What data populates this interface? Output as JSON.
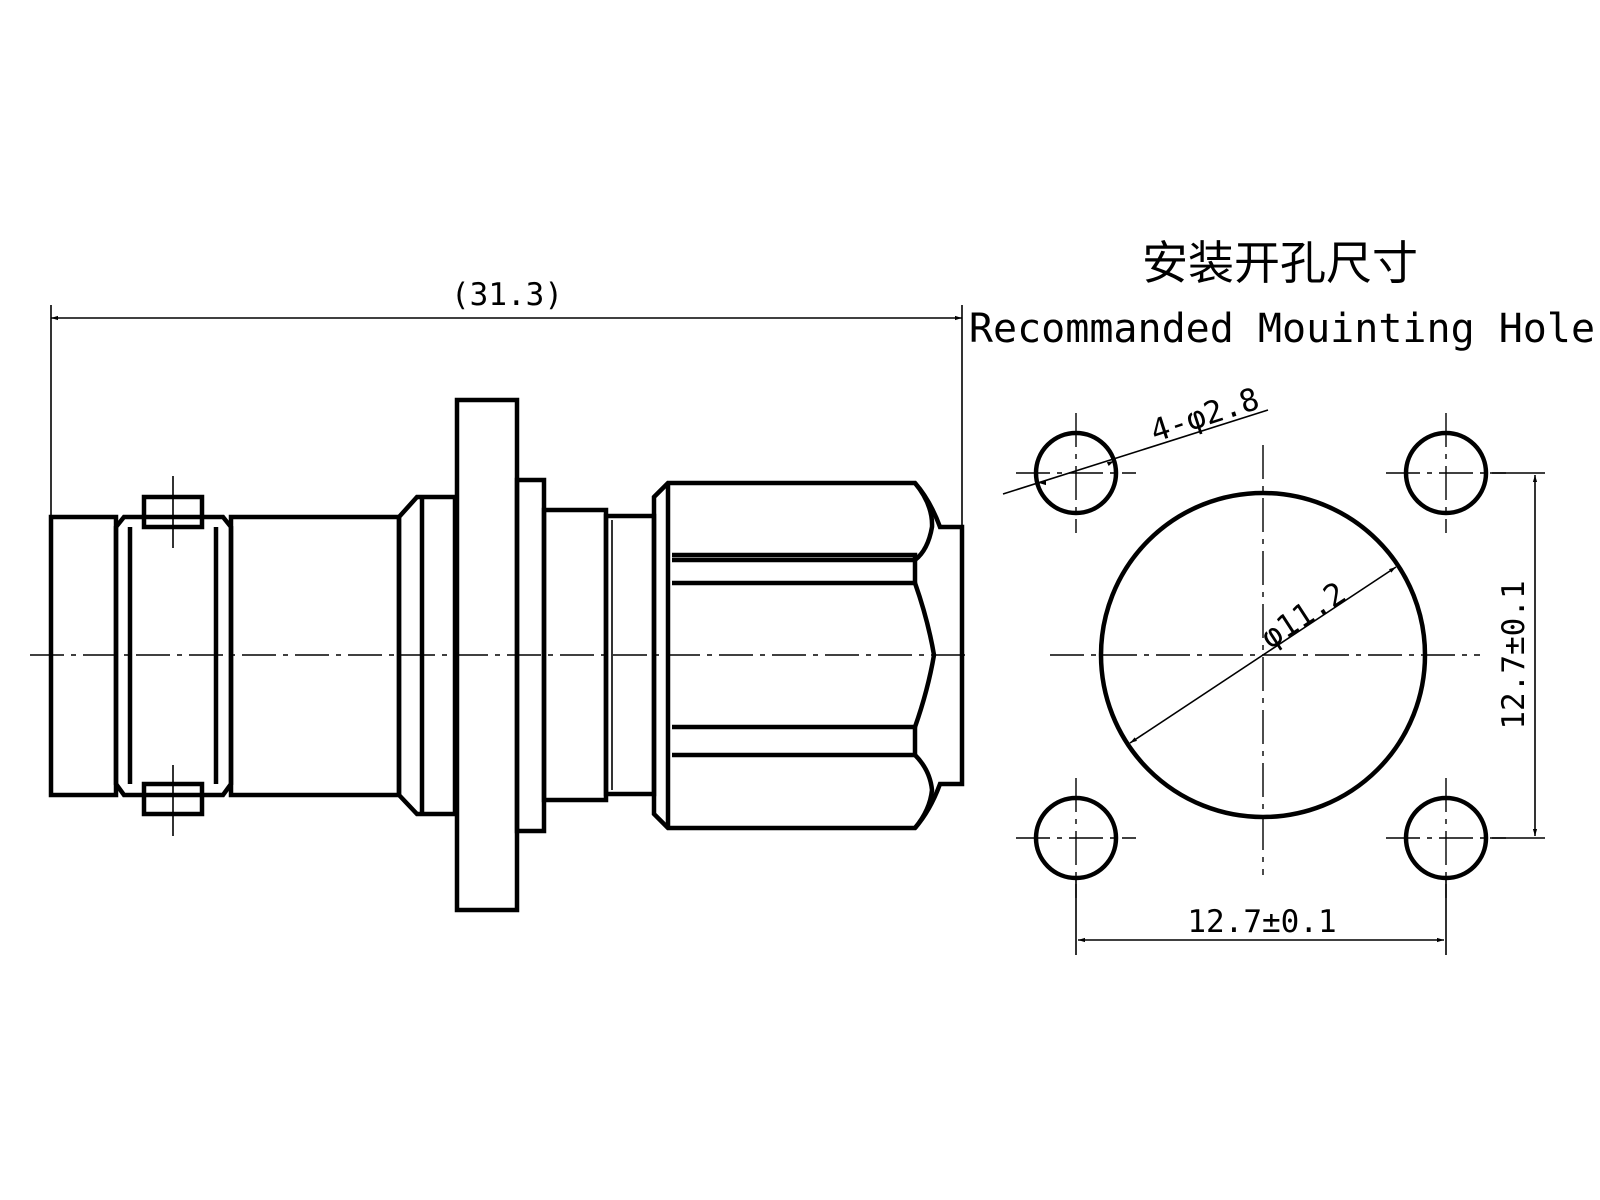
{
  "labels": {
    "overall_length": "(31.3)",
    "title_cn": "安装开孔尺寸",
    "title_en": "Recommanded Mouinting Hole",
    "hole_callout": "4-φ2.8",
    "center_hole": "φ11.2",
    "vertical_spacing": "12.7±0.1",
    "horizontal_spacing": "12.7±0.1"
  }
}
